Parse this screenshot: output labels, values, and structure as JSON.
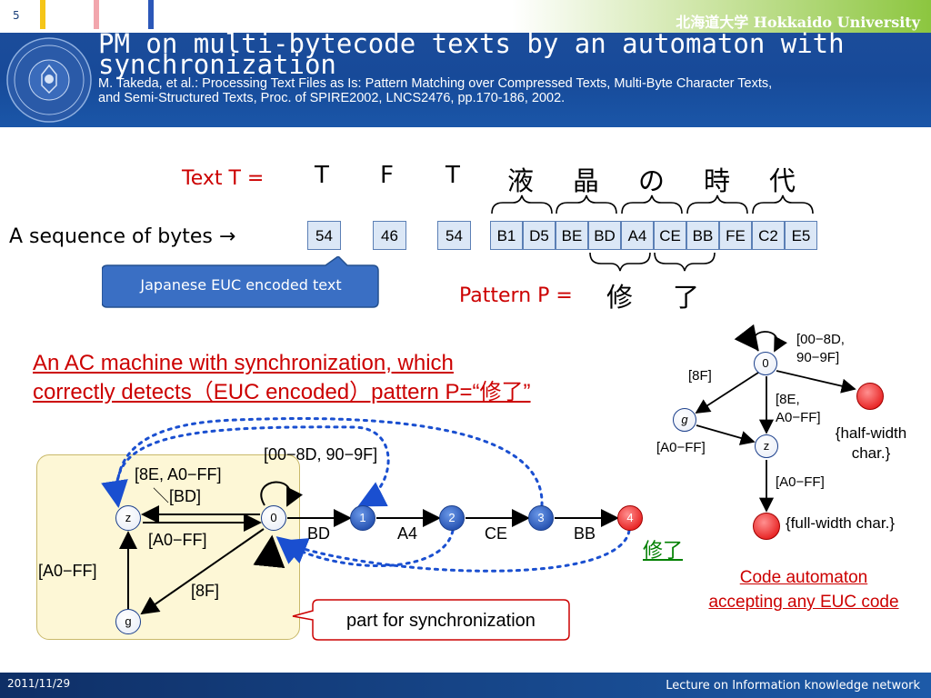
{
  "header": {
    "slide_number": "5",
    "university": "北海道大学 Hokkaido University",
    "title_line1": "PM on multi-bytecode texts by an automaton with",
    "title_line2": "synchronization",
    "reference_line1": "M. Takeda, et al.: Processing Text Files as Is: Pattern Matching over Compressed Texts, Multi-Byte Character Texts,",
    "reference_line2": "and Semi-Structured Texts, Proc. of SPIRE2002, LNCS2476, pp.170-186, 2002."
  },
  "text_row": {
    "label": "Text T =",
    "chars": [
      "T",
      "F",
      "T",
      "液",
      "晶",
      "の",
      "時",
      "代"
    ]
  },
  "bytes_row": {
    "label": "A sequence of bytes →",
    "single": [
      "54",
      "46",
      "54"
    ],
    "multi": [
      "B1",
      "D5",
      "BE",
      "BD",
      "A4",
      "CE",
      "BB",
      "FE",
      "C2",
      "E5"
    ]
  },
  "callout_euc": "Japanese EUC encoded text",
  "pattern": {
    "label": "Pattern P =",
    "chars": [
      "修",
      "了"
    ]
  },
  "ac_title": {
    "line1": "An AC machine with synchronization, which",
    "line2": "correctly detects（EUC encoded）pattern P=“修了”"
  },
  "ac_machine": {
    "nodes": [
      "z",
      "0",
      "1",
      "2",
      "3",
      "4",
      "g"
    ],
    "loop_label": "[00−8D, 90−9F]",
    "z_edge_label_line1": "[8E, A0−FF]",
    "z_edge_label_line2": "＼[BD]",
    "zero_to_z_label": "[A0−FF]",
    "g_to_z_label": "[A0−FF]",
    "zero_to_g_label": "[8F]",
    "edge_labels": [
      "BD",
      "A4",
      "CE",
      "BB"
    ],
    "accept_label": "修了",
    "sync_callout": "part for synchronization"
  },
  "code_automaton": {
    "nodes": [
      "0",
      "g",
      "z"
    ],
    "loop_label_line1": "[00−8D,",
    "loop_label_line2": "90−9F]",
    "label_8f": "[8F]",
    "label_8e_line1": "[8E,",
    "label_8e_line2": "A0−FF]",
    "label_g_z": "[A0−FF]",
    "label_z_down": "[A0−FF]",
    "half_width_line1": "{half-width",
    "half_width_line2": "char.}",
    "full_width": "{full-width char.}",
    "caption_line1": "Code automaton",
    "caption_line2": "accepting any EUC code"
  },
  "footer": {
    "date": "2011/11/29",
    "lecture": "Lecture on Information knowledge network"
  },
  "colors": {
    "header_blue": "#1f4e9c",
    "accent_red": "#cc0000",
    "accent_green": "#008000",
    "node_blue": "#0f3a9e",
    "dash_blue": "#1a4fd0",
    "sync_box": "#fdf7d6"
  }
}
